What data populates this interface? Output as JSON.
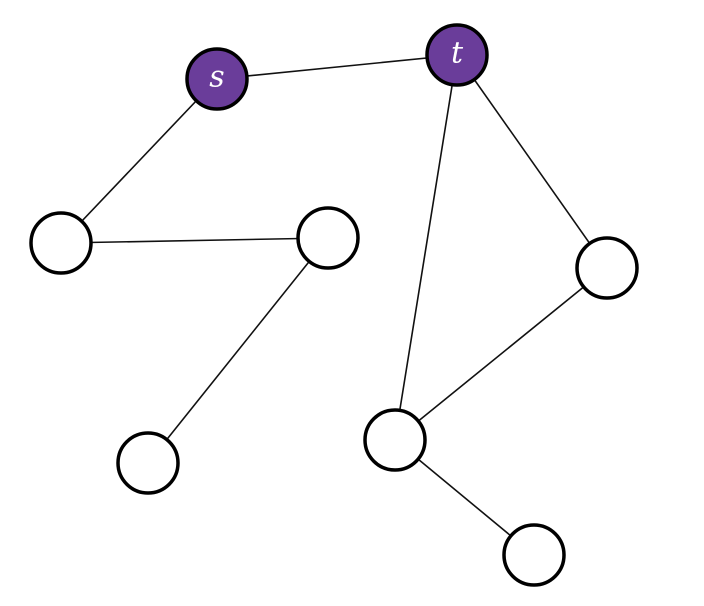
{
  "diagram": {
    "colors": {
      "highlight": "#6a3d9a",
      "plain": "#ffffff",
      "stroke": "#000000"
    },
    "nodes": [
      {
        "id": "s",
        "label": "s",
        "highlighted": true
      },
      {
        "id": "t",
        "label": "t",
        "highlighted": true
      },
      {
        "id": "a",
        "label": "",
        "highlighted": false
      },
      {
        "id": "b",
        "label": "",
        "highlighted": false
      },
      {
        "id": "c",
        "label": "",
        "highlighted": false
      },
      {
        "id": "d",
        "label": "",
        "highlighted": false
      },
      {
        "id": "e",
        "label": "",
        "highlighted": false
      },
      {
        "id": "f",
        "label": "",
        "highlighted": false
      }
    ],
    "edges": [
      [
        "s",
        "t"
      ],
      [
        "s",
        "a"
      ],
      [
        "a",
        "b"
      ],
      [
        "b",
        "c"
      ],
      [
        "t",
        "e"
      ],
      [
        "t",
        "d"
      ],
      [
        "d",
        "e"
      ],
      [
        "e",
        "f"
      ]
    ]
  }
}
